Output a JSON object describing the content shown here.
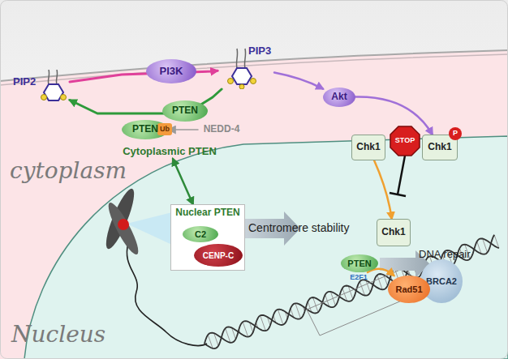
{
  "diagram": {
    "nodes": [
      {
        "text": [
          "PIP2"
        ]
      },
      {
        "text": [
          "PI3K"
        ]
      },
      {
        "text": [
          "PIP3"
        ]
      },
      {
        "text": [
          "PTEN"
        ]
      },
      {
        "text": [
          "PTEN"
        ]
      },
      {
        "text": [
          "Ub"
        ],
        "in": 4
      },
      {
        "text": [
          "NEDD-4"
        ]
      },
      {
        "text": [
          "Cytoplasmic PTEN"
        ]
      },
      {
        "text": [
          "Akt"
        ]
      },
      {
        "text": [
          "Chk1"
        ]
      },
      {
        "text": [
          "Chk1"
        ]
      },
      {
        "text": [
          "P"
        ],
        "in": 10
      },
      {
        "text": [
          "STOP"
        ]
      },
      {
        "text": [
          "Nuclear PTEN"
        ]
      },
      {
        "text": [
          "C2"
        ],
        "in": 13
      },
      {
        "text": [
          "CENP-C"
        ],
        "in": 13
      },
      {
        "text": [
          "Chk1"
        ]
      },
      {
        "text": [
          "PTEN"
        ]
      },
      {
        "text": [
          "E2F1"
        ]
      },
      {
        "text": [
          "Rad51"
        ]
      },
      {
        "text": [
          "BRCA2"
        ]
      }
    ],
    "edges": [
      {
        "from": 0,
        "to": 2,
        "arrow": "to"
      },
      {
        "from": 2,
        "to": 0,
        "arrow": "to"
      },
      {
        "from": 2,
        "to": 8,
        "arrow": "to"
      },
      {
        "from": 8,
        "to": 10,
        "arrow": "to"
      },
      {
        "from": 6,
        "to": 4,
        "arrow": "to"
      },
      {
        "from": 7,
        "to": 13,
        "arrow": "both"
      },
      {
        "from": 9,
        "to": 16,
        "arrow": "to"
      },
      {
        "from": 18,
        "to": 19,
        "arrow": "to"
      }
    ],
    "labels": [
      "cytoplasm",
      "Centromere stability",
      "DNA repair",
      "Nucleus"
    ]
  }
}
